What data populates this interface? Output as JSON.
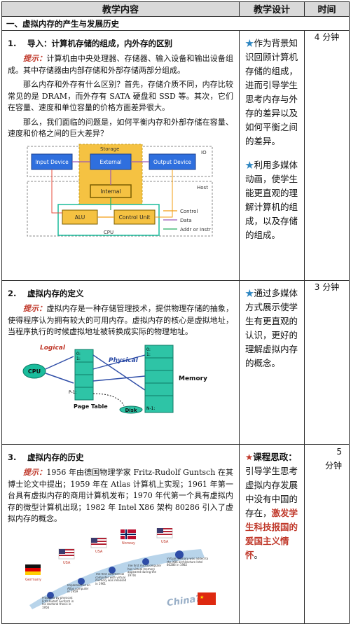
{
  "header": {
    "col_content": "教学内容",
    "col_design": "教学设计",
    "col_time": "时间"
  },
  "section": {
    "title": "一、虚拟内存的产生与发展历史"
  },
  "row1": {
    "number": "1.",
    "title": "导入：计算机存储的组成，内外存的区别",
    "hint_label": "提示：",
    "para1": "计算机由中央处理器、存储器、输入设备和输出设备组成。其中存储器由内部存储和外部存储两部分组成。",
    "para2": "那么内存和外存有什么区别？首先，存储介质不同，内存比较常见的是 DRAM，而外存有 SATA 硬盘和 SSD 等。其次，它们在容量、速度和单位容量的价格方面差异很大。",
    "para3": "那么，我们面临的问题是，如何平衡内存和外部存储在容量、速度和价格之间的巨大差异？",
    "design_1": "作为背景知识回顾计算机存储的组成，进而引导学生思考内存与外存的差异以及如何平衡之间的差异。",
    "design_2": "利用多媒体动画，使学生能更直观的理解计算机的组成，以及存储的组成。",
    "time": "4 分钟",
    "diagram": {
      "io": "IO",
      "host": "Host",
      "storage": "Storage",
      "input_device": "Input Device",
      "external": "External",
      "output_device": "Output Device",
      "internal": "Internal",
      "alu": "ALU",
      "control_unit": "Control Unit",
      "cpu": "CPU",
      "legend_control": "Control",
      "legend_data": "Data",
      "legend_addr": "Addr or Instr",
      "colors": {
        "control": "#f39c12",
        "data": "#9b59b6",
        "addr": "#27ae60",
        "storage_fill": "#f5c242",
        "cpu_border": "#1abc9c",
        "device_blue": "#2f6fde"
      }
    }
  },
  "row2": {
    "number": "2.",
    "title": "虚拟内存的定义",
    "hint_label": "提示：",
    "para1": "虚拟内存是一种存储管理技术，提供物理存储的抽象，使得程序认为拥有较大的可用内存。虚拟内存的核心是虚拟地址，当程序执行的时候虚拟地址被转换成实际的物理地址。",
    "design": "通过多媒体方式展示使学生有更直观的认识，更好的理解虚拟内存的概念。",
    "time": "3 分钟",
    "diagram": {
      "logical": "Logical",
      "physical": "Physical",
      "cpu": "CPU",
      "page_table": "Page Table",
      "disk": "Disk",
      "memory": "Memory",
      "row0": "0:",
      "row1": "1:",
      "row_p": "P-1:",
      "row_n": "N-1:"
    }
  },
  "row3": {
    "number": "3.",
    "title": "虚拟内存的历史",
    "hint_label": "提示：",
    "para1": "1956 年由德国物理学家 Fritz-Rudolf Guntsch 在其博士论文中提出；1959 年在 Atlas 计算机上实现；1961 年第一台具有虚拟内存的商用计算机发布；1970 年代第一个具有虚拟内存的微型计算机出现；1982 年 Intel X86 架构 80286 引入了虚拟内存的概念。",
    "design_lead": "课程思政：",
    "design_text": "引导学生思考虚拟内存发展中没有中国的存在，",
    "design_emph": "激发学生科技报国的爱国主义情怀",
    "design_end": "。",
    "time_line1": "5",
    "time_line2": "分钟",
    "timeline": {
      "germany": "Germany",
      "usa1": "USA",
      "usa2": "USA",
      "norway": "Norway",
      "usa3": "USA",
      "china": "China?",
      "note1": "Proposed by physicist Fritz-Rudolf Guntsch in his doctoral thesis in 1956",
      "note2": "Implemented on Atlas computer in 1959",
      "note3": "The first commercial computer with virtual memory was released in 1961",
      "note4": "The first microcomputer has virtual memory appeared during the 1970s",
      "note5": "Virtual memory was added to the X86 architecture Intel 80286 in 1982"
    }
  }
}
